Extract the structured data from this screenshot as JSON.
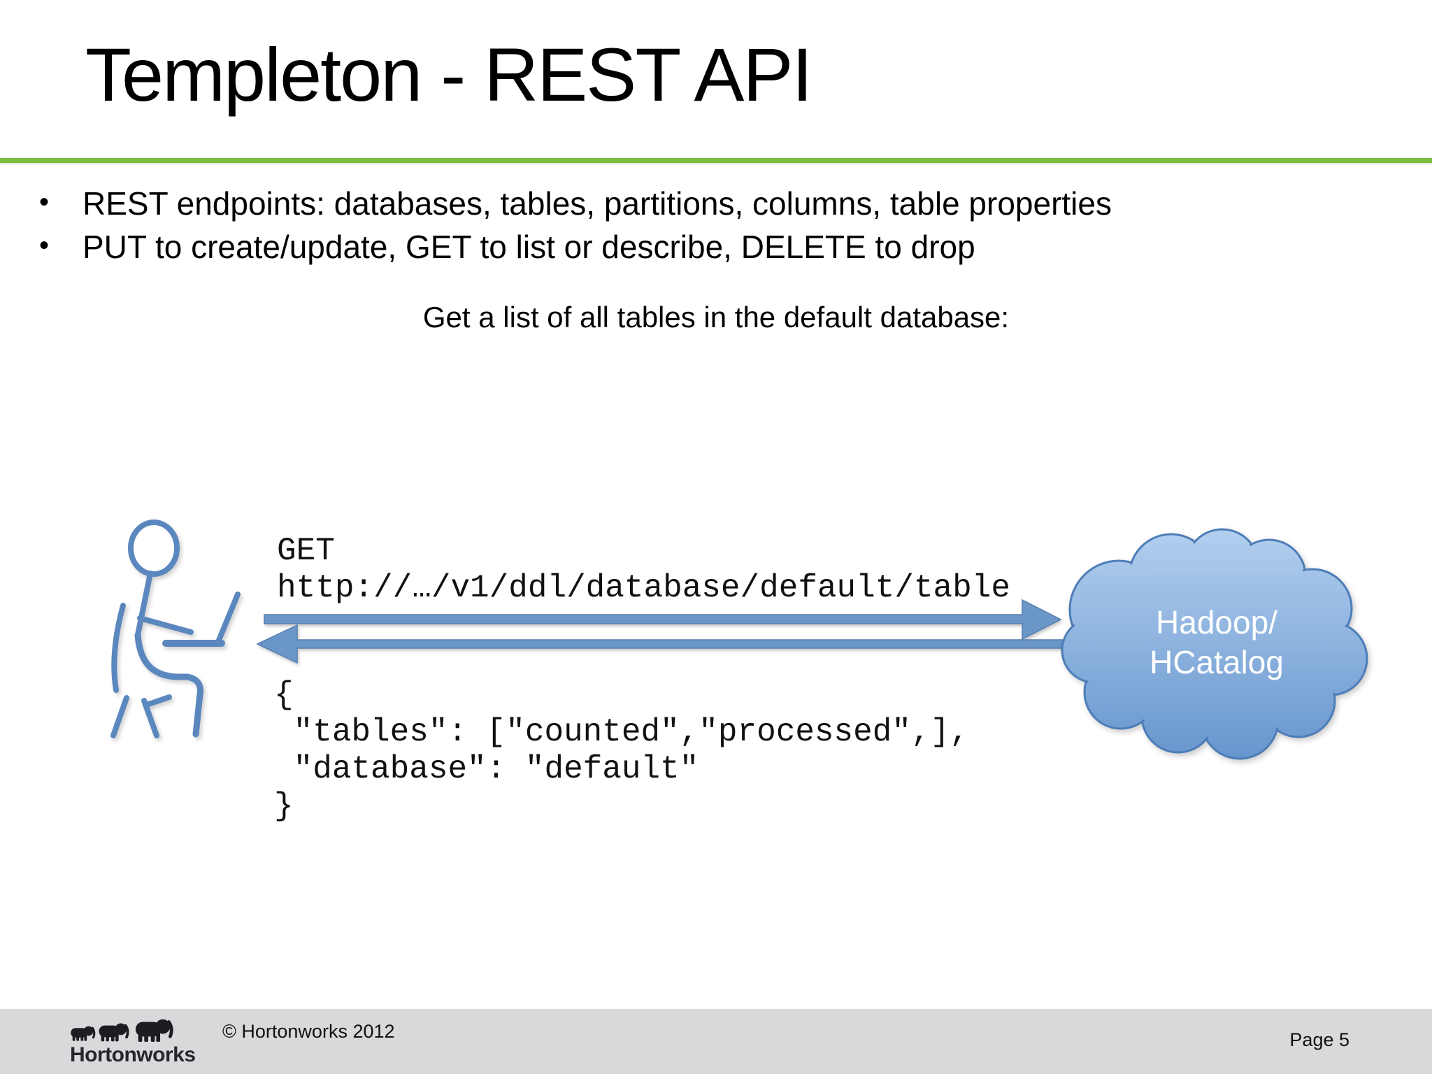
{
  "slide": {
    "title": "Templeton - REST API",
    "bullet_glyph": "•",
    "bullets": [
      "REST endpoints: databases, tables, partitions, columns, table properties",
      "PUT to create/update, GET to list or describe, DELETE to drop"
    ],
    "caption": "Get a list of all tables in the default database:",
    "diagram": {
      "request_code": "GET\nhttp://…/v1/ddl/database/default/table",
      "response_code": "{\n \"tables\": [\"counted\",\"processed\",],\n \"database\": \"default\"\n}",
      "cloud_label_line1": "Hadoop/",
      "cloud_label_line2": "HCatalog"
    },
    "footer": {
      "logo_text": "Hortonworks",
      "copyright": "© Hortonworks 2012",
      "page_label": "Page 5"
    },
    "colors": {
      "accent_green": "#7cbf3f",
      "diagram_blue": "#6b96c8",
      "figure_blue": "#5b87bf",
      "cloud_gradient_top": "#b3d0ef",
      "cloud_gradient_bottom": "#6493cc",
      "cloud_stroke": "#4d7db8",
      "cloud_text": "#ffffff",
      "footer_bg": "#d9d9db",
      "text": "#000000"
    }
  }
}
